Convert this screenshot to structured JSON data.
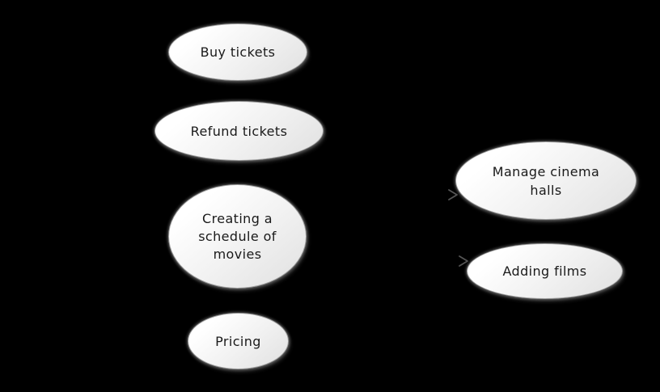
{
  "diagram_type": "uml-use-case-diagram",
  "usecases": [
    {
      "id": "buy-tickets",
      "label": "Buy tickets"
    },
    {
      "id": "refund-tickets",
      "label": "Refund tickets"
    },
    {
      "id": "creating-schedule",
      "label": "Creating a\nschedule of\nmovies"
    },
    {
      "id": "pricing",
      "label": "Pricing"
    },
    {
      "id": "manage-cinema-halls",
      "label": "Manage cinema\nhalls"
    },
    {
      "id": "adding-films",
      "label": "Adding films"
    }
  ],
  "arrowheads": [
    {
      "id": "arrow-to-manage-cinema-halls",
      "direction": "right"
    },
    {
      "id": "arrow-to-adding-films",
      "direction": "right"
    }
  ],
  "colors": {
    "background": "#000000",
    "ellipse_fill_start": "#ffffff",
    "ellipse_fill_end": "#e2e2e2",
    "ellipse_border": "#9e9e9e",
    "text": "#1a1a1a",
    "arrow": "#555555"
  }
}
